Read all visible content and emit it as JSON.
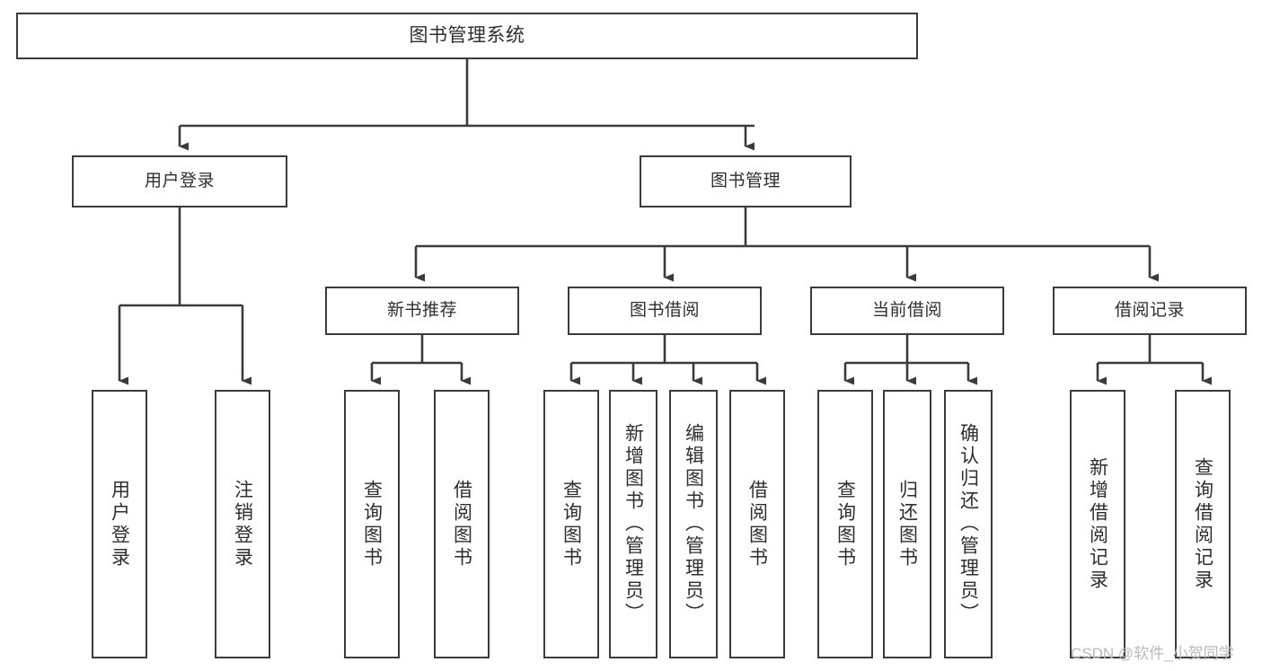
{
  "diagram": {
    "type": "tree",
    "title": "图书管理系统",
    "root": {
      "label": "图书管理系统"
    },
    "level1": [
      {
        "label": "用户登录"
      },
      {
        "label": "图书管理"
      }
    ],
    "level2": [
      {
        "label": "新书推荐"
      },
      {
        "label": "图书借阅"
      },
      {
        "label": "当前借阅"
      },
      {
        "label": "借阅记录"
      }
    ],
    "leaves": {
      "user_login": [
        {
          "label": "用户登录"
        },
        {
          "label": "注销登录"
        }
      ],
      "new_book_recommend": [
        {
          "label": "查询图书"
        },
        {
          "label": "借阅图书"
        }
      ],
      "book_borrow": [
        {
          "label": "查询图书"
        },
        {
          "label": "新增图书（管理员）"
        },
        {
          "label": "编辑图书（管理员）"
        },
        {
          "label": "借阅图书"
        }
      ],
      "current_borrow": [
        {
          "label": "查询图书"
        },
        {
          "label": "归还图书"
        },
        {
          "label": "确认归还（管理员）"
        }
      ],
      "borrow_records": [
        {
          "label": "新增借阅记录"
        },
        {
          "label": "查询借阅记录"
        }
      ]
    }
  },
  "watermark": {
    "text": "CSDN @软件_小贺同学"
  },
  "colors": {
    "border": "#3b3b3b",
    "text": "#2e2e2e",
    "background": "#ffffff",
    "watermark": "#b9b9b9"
  }
}
